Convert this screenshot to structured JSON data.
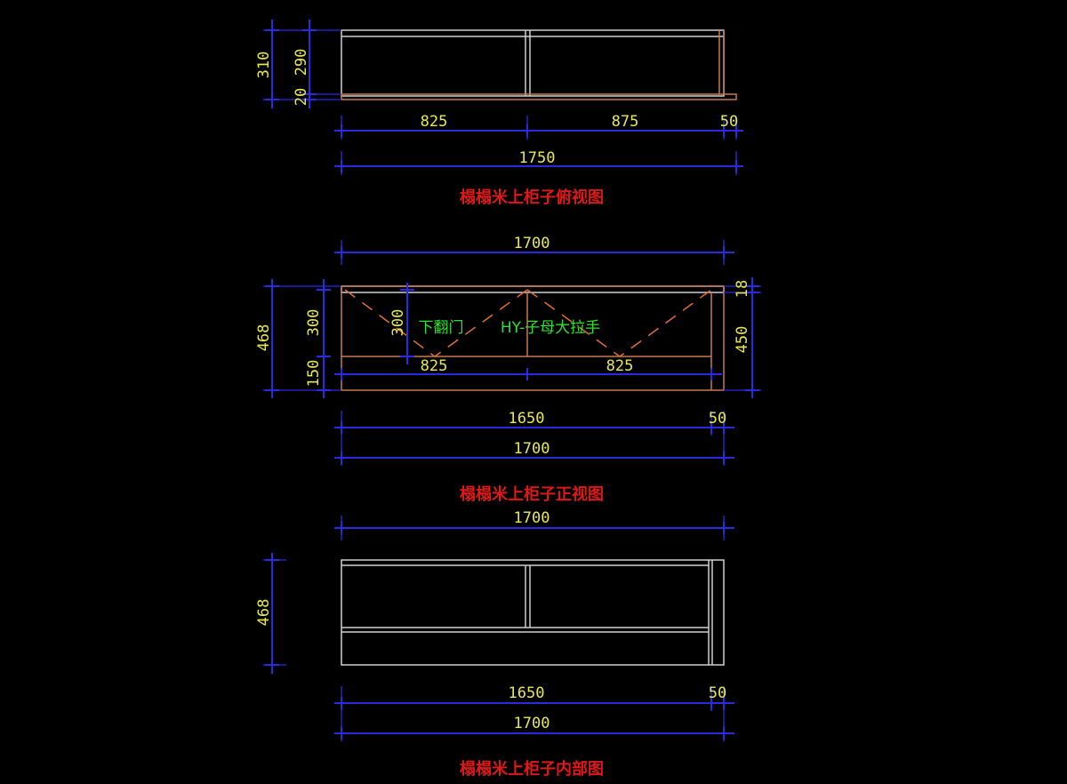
{
  "views": [
    {
      "id": "top",
      "title": "榻榻米上柜子俯视图",
      "dims": [
        "310",
        "290",
        "20",
        "825",
        "875",
        "50",
        "1750"
      ]
    },
    {
      "id": "front",
      "title": "榻榻米上柜子正视图",
      "dims": [
        "1700",
        "468",
        "300",
        "150",
        "300",
        "825",
        "825",
        "18",
        "450",
        "1650",
        "50",
        "1700"
      ],
      "notes": [
        "下翻门",
        "HY-子母大拉手"
      ]
    },
    {
      "id": "interior",
      "title": "榻榻米上柜子内部图",
      "dims": [
        "1700",
        "468",
        "1650",
        "50",
        "1700"
      ]
    }
  ],
  "colors": {
    "background": "#000000",
    "dimension_line": "#2a2ae0",
    "dimension_text": "#e8e850",
    "title_text": "#e01818",
    "note_text": "#30e030",
    "cabinet_outline": "#cfcfcf",
    "cabinet_panel": "#c87850"
  }
}
